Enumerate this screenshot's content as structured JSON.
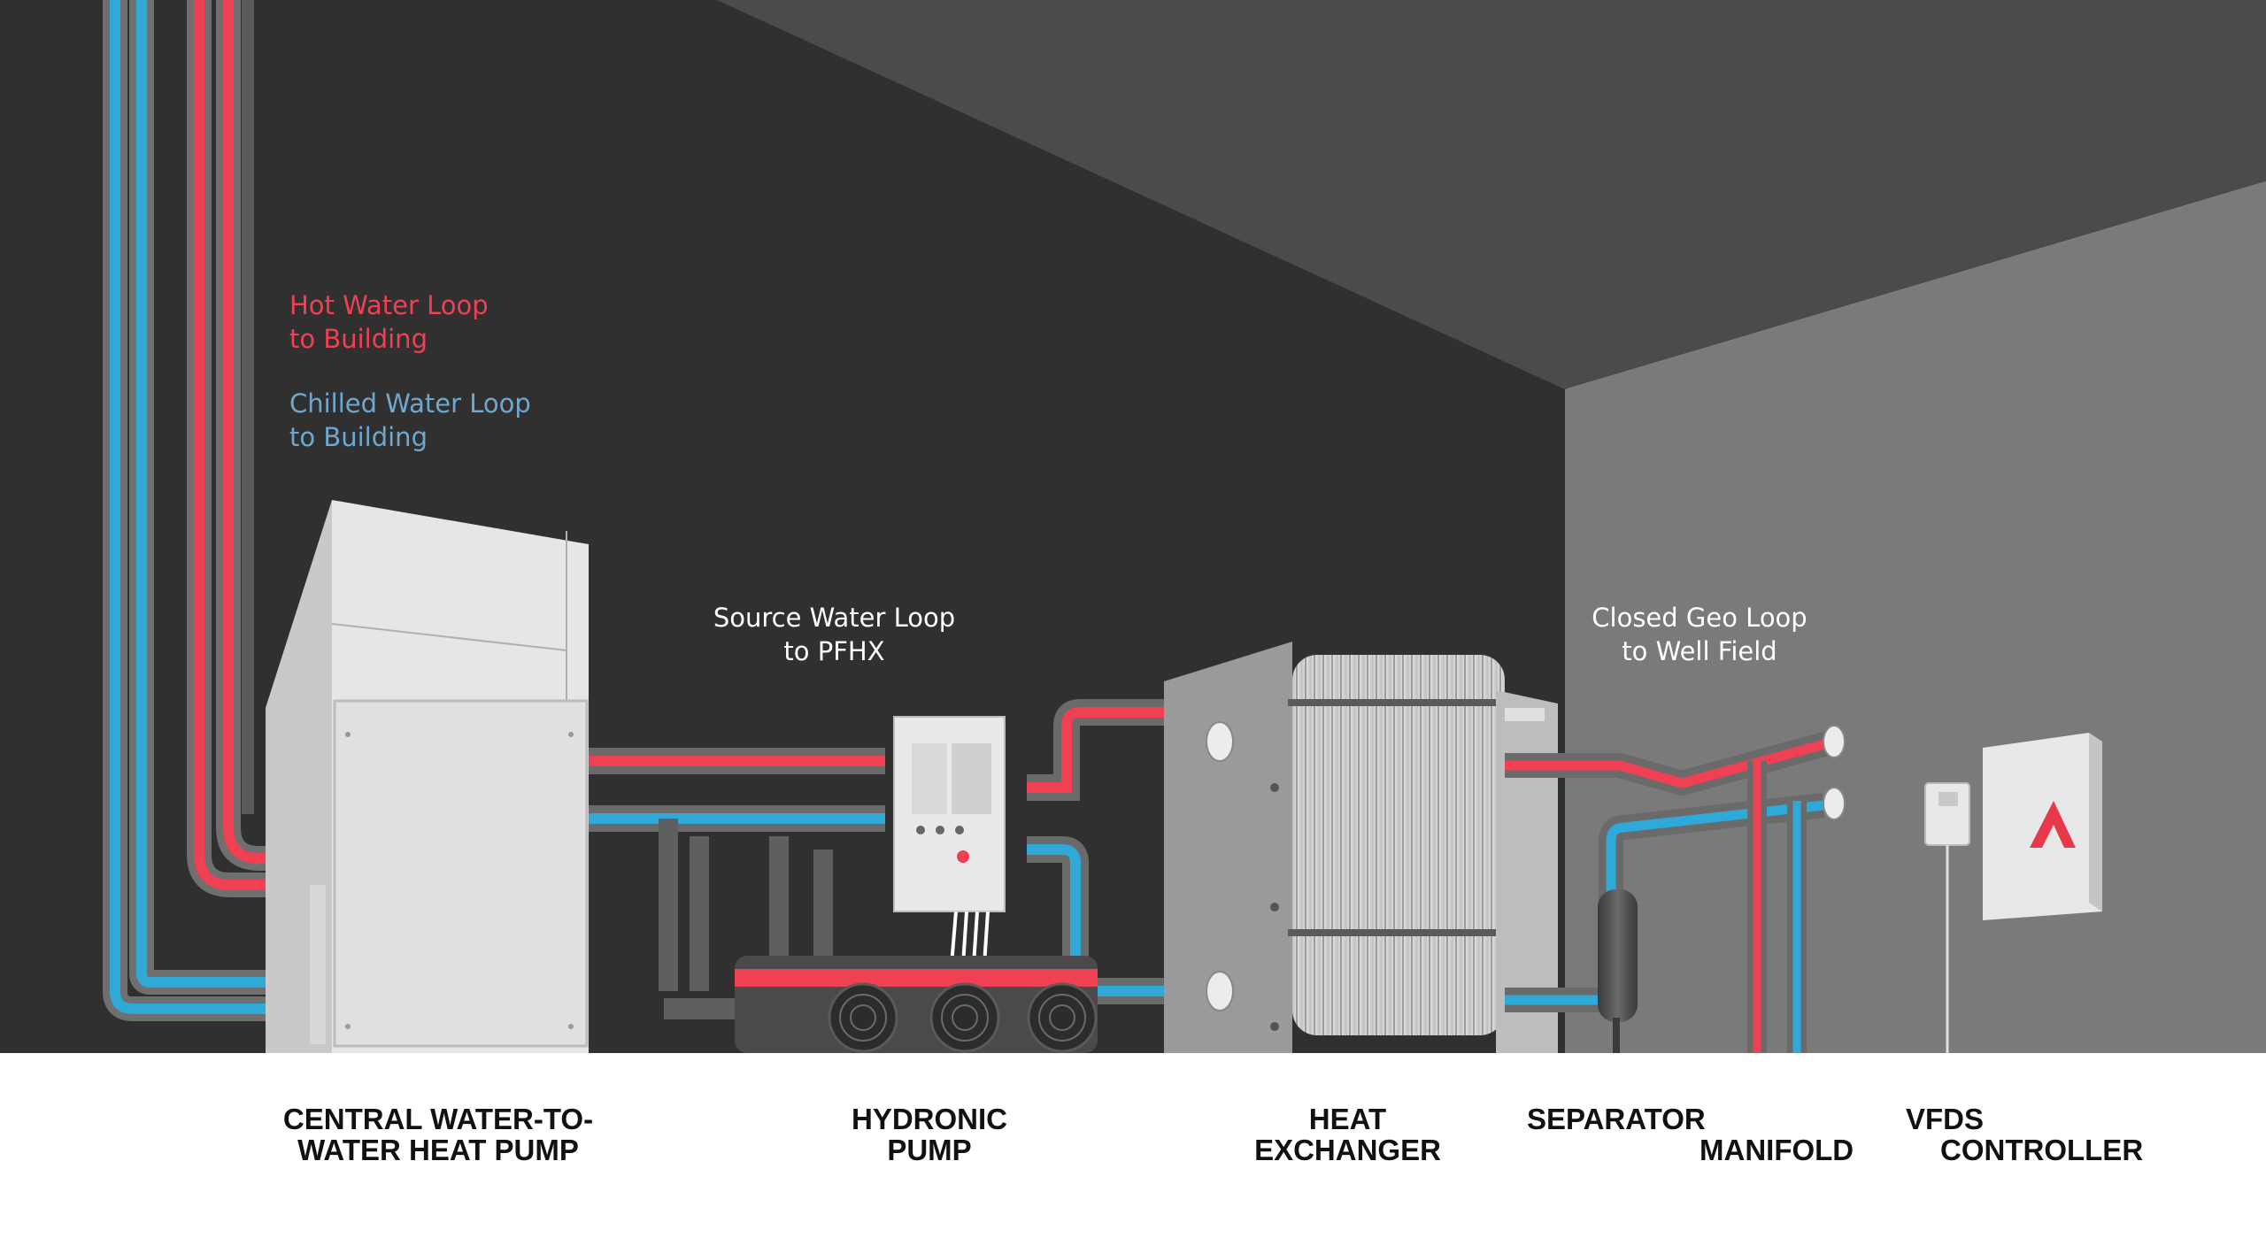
{
  "callouts": {
    "hot_loop": [
      "Hot Water Loop",
      "to Building"
    ],
    "chilled_loop": [
      "Chilled Water Loop",
      "to Building"
    ],
    "source_loop": [
      "Source Water Loop",
      "to PFHX"
    ],
    "geo_loop": [
      "Closed Geo Loop",
      "to Well Field"
    ]
  },
  "captions": {
    "heat_pump": [
      "CENTRAL WATER-TO-",
      "WATER HEAT PUMP"
    ],
    "pump": [
      "HYDRONIC",
      "PUMP"
    ],
    "exchanger": [
      "HEAT",
      "EXCHANGER"
    ],
    "separator": "SEPARATOR",
    "manifold": "MANIFOLD",
    "vfds": "VFDS",
    "controller": "CONTROLLER"
  },
  "colors": {
    "hot": "#ef4054",
    "chilled": "#2fa9d8",
    "back_wall": "#303030",
    "right_wall": "#7a7a7a",
    "ceiling": "#4b4b49",
    "brand_mark": "#e8394a"
  },
  "icons": {
    "flow_arrows": "chevron-arrow-icon",
    "controller_logo": "triangle-logo-icon"
  }
}
